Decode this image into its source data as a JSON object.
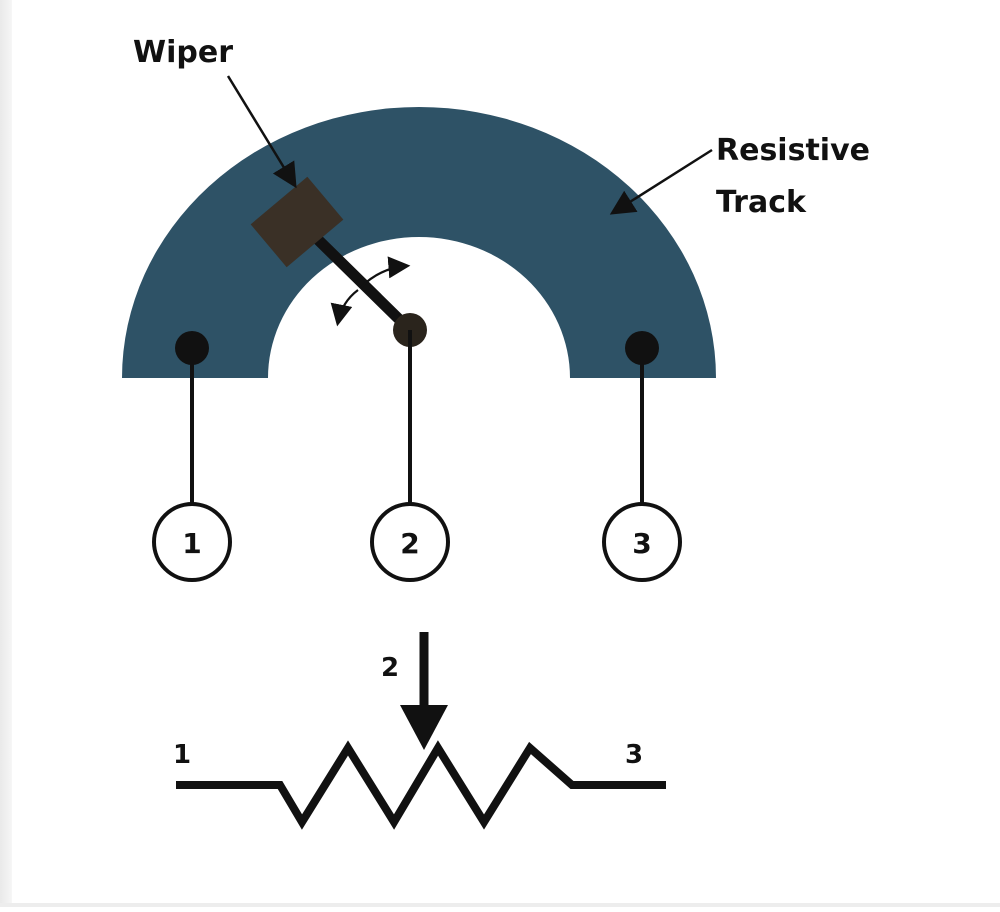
{
  "labels": {
    "wiper": "Wiper",
    "resistive_line1": "Resistive",
    "resistive_line2": "Track"
  },
  "pins": [
    "1",
    "2",
    "3"
  ],
  "symbol": {
    "left_label": "1",
    "wiper_label": "2",
    "right_label": "3"
  },
  "colors": {
    "track": "#2e5266",
    "ink": "#111111",
    "wiper_body": "#3a3026"
  }
}
